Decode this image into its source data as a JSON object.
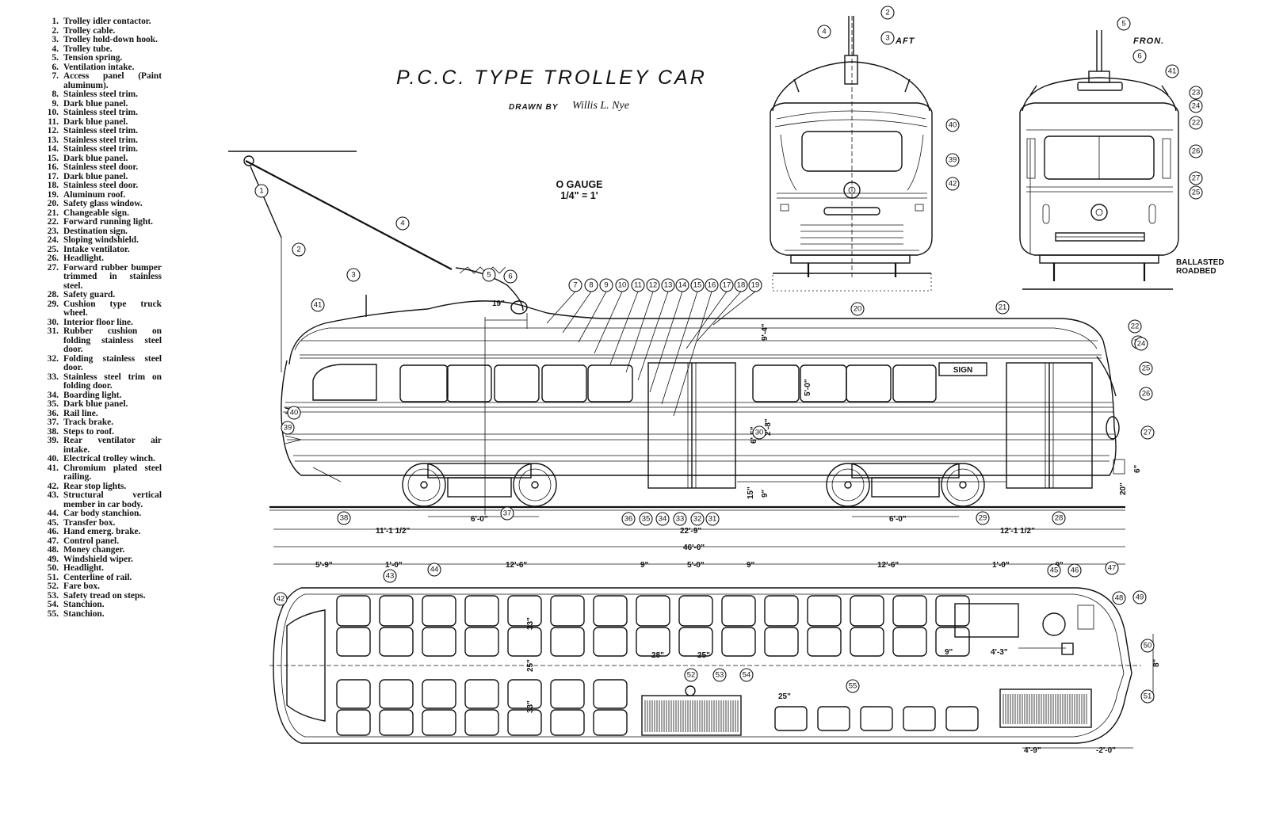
{
  "title": "P.C.C. TYPE TROLLEY CAR",
  "drawn_by_label": "DRAWN BY",
  "drawn_by_name": "Willis L. Nye",
  "gauge_line1": "O GAUGE",
  "gauge_line2": "1/4\" = 1'",
  "aft_label": "AFT",
  "front_label": "FRON.",
  "ballast_line1": "BALLASTED",
  "ballast_line2": "ROADBED",
  "sign_text": "SIGN",
  "legend": [
    {
      "num": "1.",
      "text": "Trolley idler contactor."
    },
    {
      "num": "2.",
      "text": "Trolley cable."
    },
    {
      "num": "3.",
      "text": "Trolley hold-down hook."
    },
    {
      "num": "4.",
      "text": "Trolley tube."
    },
    {
      "num": "5.",
      "text": "Tension spring."
    },
    {
      "num": "6.",
      "text": "Ventilation intake."
    },
    {
      "num": "7.",
      "text": "Access panel (Paint aluminum)."
    },
    {
      "num": "8.",
      "text": "Stainless steel trim."
    },
    {
      "num": "9.",
      "text": "Dark blue panel."
    },
    {
      "num": "10.",
      "text": "Stainless steel trim."
    },
    {
      "num": "11.",
      "text": "Dark blue panel."
    },
    {
      "num": "12.",
      "text": "Stainless steel trim."
    },
    {
      "num": "13.",
      "text": "Stainless steel trim."
    },
    {
      "num": "14.",
      "text": "Stainless steel trim."
    },
    {
      "num": "15.",
      "text": "Dark blue panel."
    },
    {
      "num": "16.",
      "text": "Stainless steel door."
    },
    {
      "num": "17.",
      "text": "Dark blue panel."
    },
    {
      "num": "18.",
      "text": "Stainless steel door."
    },
    {
      "num": "19.",
      "text": "Aluminum roof."
    },
    {
      "num": "20.",
      "text": "Safety glass window."
    },
    {
      "num": "21.",
      "text": "Changeable sign."
    },
    {
      "num": "22.",
      "text": "Forward running light."
    },
    {
      "num": "23.",
      "text": "Destination sign."
    },
    {
      "num": "24.",
      "text": "Sloping windshield."
    },
    {
      "num": "25.",
      "text": "Intake ventilator."
    },
    {
      "num": "26.",
      "text": "Headlight."
    },
    {
      "num": "27.",
      "text": "Forward rubber bumper trimmed in stainless steel."
    },
    {
      "num": "28.",
      "text": "Safety guard."
    },
    {
      "num": "29.",
      "text": "Cushion type truck wheel."
    },
    {
      "num": "30.",
      "text": "Interior floor line."
    },
    {
      "num": "31.",
      "text": "Rubber cushion on folding stainless steel door."
    },
    {
      "num": "32.",
      "text": "Folding stainless steel door."
    },
    {
      "num": "33.",
      "text": "Stainless steel trim on folding door."
    },
    {
      "num": "34.",
      "text": "Boarding light."
    },
    {
      "num": "35.",
      "text": "Dark blue panel."
    },
    {
      "num": "36.",
      "text": "Rail line."
    },
    {
      "num": "37.",
      "text": "Track brake."
    },
    {
      "num": "38.",
      "text": "Steps to roof."
    },
    {
      "num": "39.",
      "text": "Rear ventilator air intake."
    },
    {
      "num": "40.",
      "text": "Electrical trolley winch."
    },
    {
      "num": "41.",
      "text": "Chromium plated steel railing."
    },
    {
      "num": "42.",
      "text": "Rear stop lights."
    },
    {
      "num": "43.",
      "text": "Structural vertical member in car body."
    },
    {
      "num": "44.",
      "text": "Car body stanchion."
    },
    {
      "num": "45.",
      "text": "Transfer box."
    },
    {
      "num": "46.",
      "text": "Hand emerg. brake."
    },
    {
      "num": "47.",
      "text": "Control panel."
    },
    {
      "num": "48.",
      "text": "Money changer."
    },
    {
      "num": "49.",
      "text": "Windshield wiper."
    },
    {
      "num": "50.",
      "text": "Headlight."
    },
    {
      "num": "51.",
      "text": "Centerline of rail."
    },
    {
      "num": "52.",
      "text": "Fare box."
    },
    {
      "num": "53.",
      "text": "Safety tread on steps."
    },
    {
      "num": "54.",
      "text": "Stanchion."
    },
    {
      "num": "55.",
      "text": "Stanchion."
    }
  ],
  "dimensions": {
    "roof_19": "19\"",
    "door_height_5_0": "5'-0\"",
    "height_6_5": "6'-5\"",
    "height_2_8": "2'-8\"",
    "height_9_4": "9'-4\"",
    "floor_15": "15\"",
    "floor_9": "9\"",
    "bumper_20": "20\"",
    "bumper_6": "6\"",
    "truck_rear": "6'-0\"",
    "truck_front": "6'-0\"",
    "overhang_rear": "11'-1 1/2\"",
    "truck_centers": "22'-9\"",
    "overhang_front": "12'-1 1/2\"",
    "overall": "46'-0\"",
    "plan_row": [
      "5'-9\"",
      "1'-0\"",
      "12'-6\"",
      "9\"",
      "5'-0\"",
      "9\"",
      "12'-6\"",
      "1'-0\"",
      "-0\""
    ],
    "aisle_28": "28\"",
    "seat_25a": "25\"",
    "seat_25b": "25\"",
    "width_33a": "33\"",
    "width_25": "25\"",
    "width_33b": "33\"",
    "front_9": "9\"",
    "front_4_3": "4'-3\"",
    "bottom_4_9": "4'-9\"",
    "bottom_2_0": "-2'-0\"",
    "front_8": "8\""
  },
  "callouts": {
    "side": [
      "1",
      "2",
      "3",
      "4",
      "5",
      "6",
      "7",
      "8",
      "9",
      "10",
      "11",
      "12",
      "13",
      "14",
      "15",
      "16",
      "17",
      "18",
      "19",
      "20",
      "21",
      "22",
      "23",
      "24",
      "25",
      "26",
      "27",
      "28",
      "29",
      "30",
      "31",
      "32",
      "33",
      "34",
      "35",
      "36",
      "37",
      "38",
      "39",
      "40",
      "41"
    ],
    "aft": [
      "2",
      "3",
      "4",
      "40",
      "39",
      "42"
    ],
    "front": [
      "5",
      "6",
      "41",
      "23",
      "24",
      "22",
      "26",
      "27",
      "25"
    ],
    "plan": [
      "42",
      "43",
      "44",
      "45",
      "46",
      "47",
      "48",
      "49",
      "50",
      "51",
      "52",
      "53",
      "54",
      "55"
    ]
  }
}
